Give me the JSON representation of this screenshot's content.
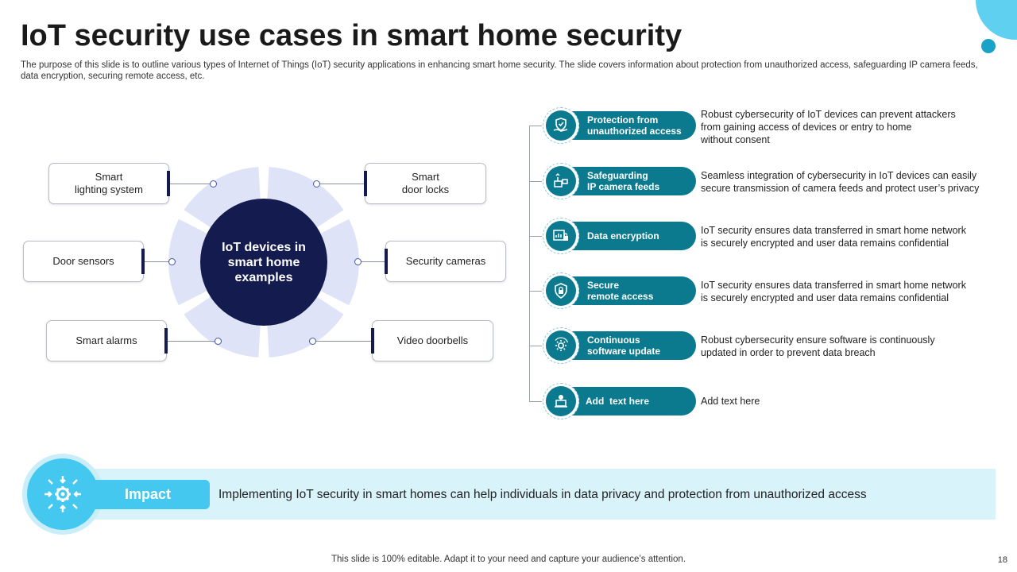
{
  "title": "IoT security use cases in smart home security",
  "subtitle": "The purpose of this slide is to outline various types of Internet of Things (IoT) security applications in enhancing smart home security. The slide covers information about protection from unauthorized access, safeguarding IP camera feeds, data encryption, securing remote access, etc.",
  "hub": {
    "label": "IoT devices in smart home examples"
  },
  "devices": [
    {
      "label": "Smart\nlighting system"
    },
    {
      "label": "Smart\ndoor locks"
    },
    {
      "label": "Door sensors"
    },
    {
      "label": "Security cameras"
    },
    {
      "label": "Smart alarms"
    },
    {
      "label": "Video doorbells"
    }
  ],
  "use_cases": [
    {
      "label": "Protection from\nunauthorized access",
      "icon": "shield-hand-icon",
      "text": "Robust cybersecurity of IoT devices can prevent  attackers\nfrom gaining access of devices or entry to home\nwithout consent"
    },
    {
      "label": "Safeguarding\nIP camera feeds",
      "icon": "camera-feed-icon",
      "text": "Seamless integration of cybersecurity in IoT devices can easily\nsecure transmission of camera feeds and protect user’s privacy"
    },
    {
      "label": "Data encryption",
      "icon": "encrypted-chart-icon",
      "text": "IoT security ensures data transferred  in smart home network\nis securely encrypted and user data remains confidential"
    },
    {
      "label": "Secure\nremote access",
      "icon": "secure-shield-icon",
      "text": "IoT security ensures data transferred  in smart home network\nis securely encrypted and user data remains confidential"
    },
    {
      "label": "Continuous\nsoftware update",
      "icon": "gear-refresh-icon",
      "text": "Robust cybersecurity ensure software  is continuously\nupdated in order to prevent data breach"
    },
    {
      "label": "Add  text here",
      "icon": "person-laptop-icon",
      "text": "Add text here"
    }
  ],
  "impact": {
    "label": "Impact",
    "icon": "network-gear-icon",
    "text": "Implementing  IoT  security  in  smart homes can help individuals  in  data privacy and protection from unauthorized  access"
  },
  "footer": "This slide is 100% editable. Adapt it to your need and capture your audience’s attention.",
  "page_number": "18",
  "colors": {
    "navy": "#131b4f",
    "teal": "#0b7a8f",
    "light_blue": "#45c8ef",
    "wheel": "#dfe3f7",
    "impact_bg": "#d9f3fb"
  }
}
